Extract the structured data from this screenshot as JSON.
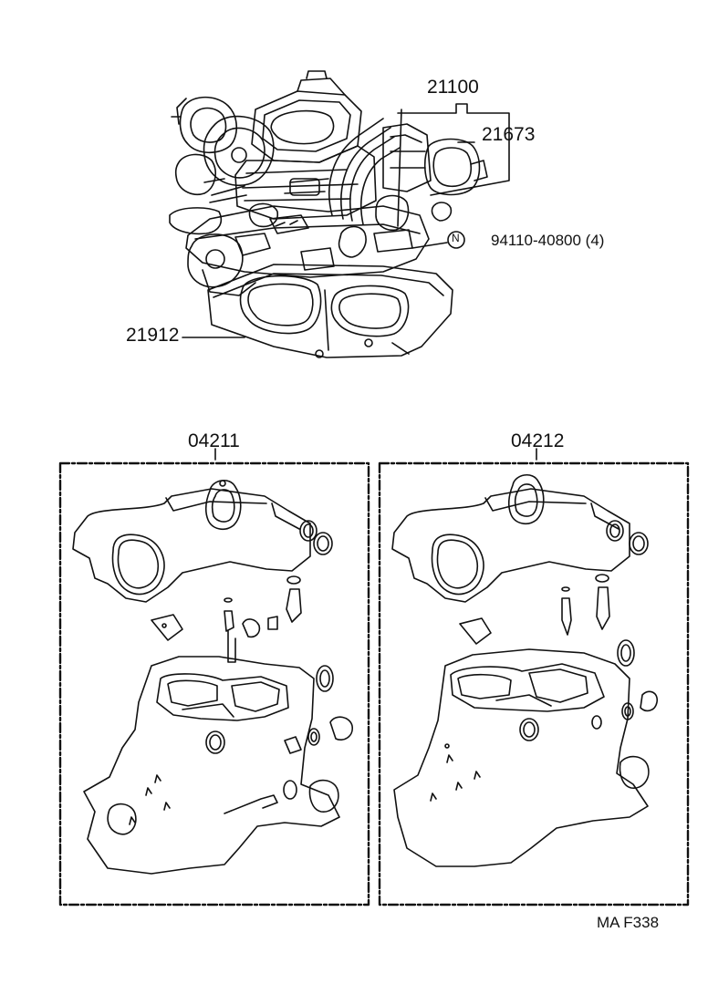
{
  "callouts": {
    "assembly": "21100",
    "dashpot": "21673",
    "screw": "94110-40800 (4)",
    "new_part_symbol": "N",
    "gasket": "21912",
    "kit_left": "04211",
    "kit_right": "04212"
  },
  "footer": {
    "code": "MA  F338"
  },
  "colors": {
    "ink": "#111111",
    "paper": "#ffffff"
  }
}
